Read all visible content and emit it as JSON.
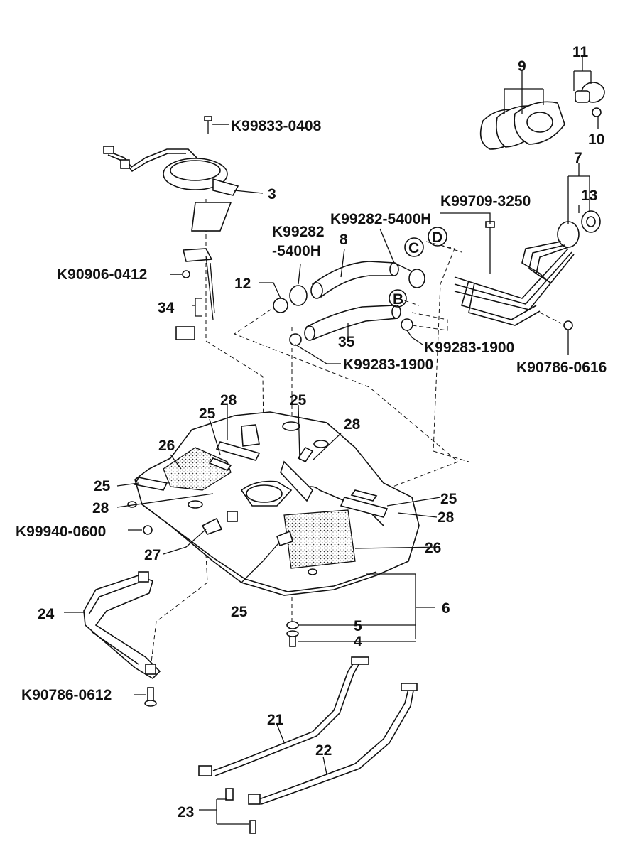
{
  "callouts": {
    "c3": "3",
    "c4": "4",
    "c5": "5",
    "c6": "6",
    "c7": "7",
    "c8": "8",
    "c9": "9",
    "c10": "10",
    "c11": "11",
    "c12": "12",
    "c13": "13",
    "c21": "21",
    "c22": "22",
    "c23": "23",
    "c24": "24",
    "c25a": "25",
    "c25b": "25",
    "c25c": "25",
    "c25d": "25",
    "c25e": "25",
    "c26a": "26",
    "c26b": "26",
    "c27": "27",
    "c28a": "28",
    "c28b": "28",
    "c28c": "28",
    "c28d": "28",
    "c34": "34",
    "c35": "35",
    "circB": "B",
    "circC": "C",
    "circD": "D"
  },
  "part_numbers": {
    "k0408": "K99833-0408",
    "k0412": "K90906-0412",
    "k3250": "K99709-3250",
    "k5400a": "K99282-5400H",
    "k5400b_l1": "K99282",
    "k5400b_l2": "-5400H",
    "k1900a": "K99283-1900",
    "k1900b": "K99283-1900",
    "k0616": "K90786-0616",
    "k0600": "K99940-0600",
    "k0612": "K90786-0612"
  }
}
